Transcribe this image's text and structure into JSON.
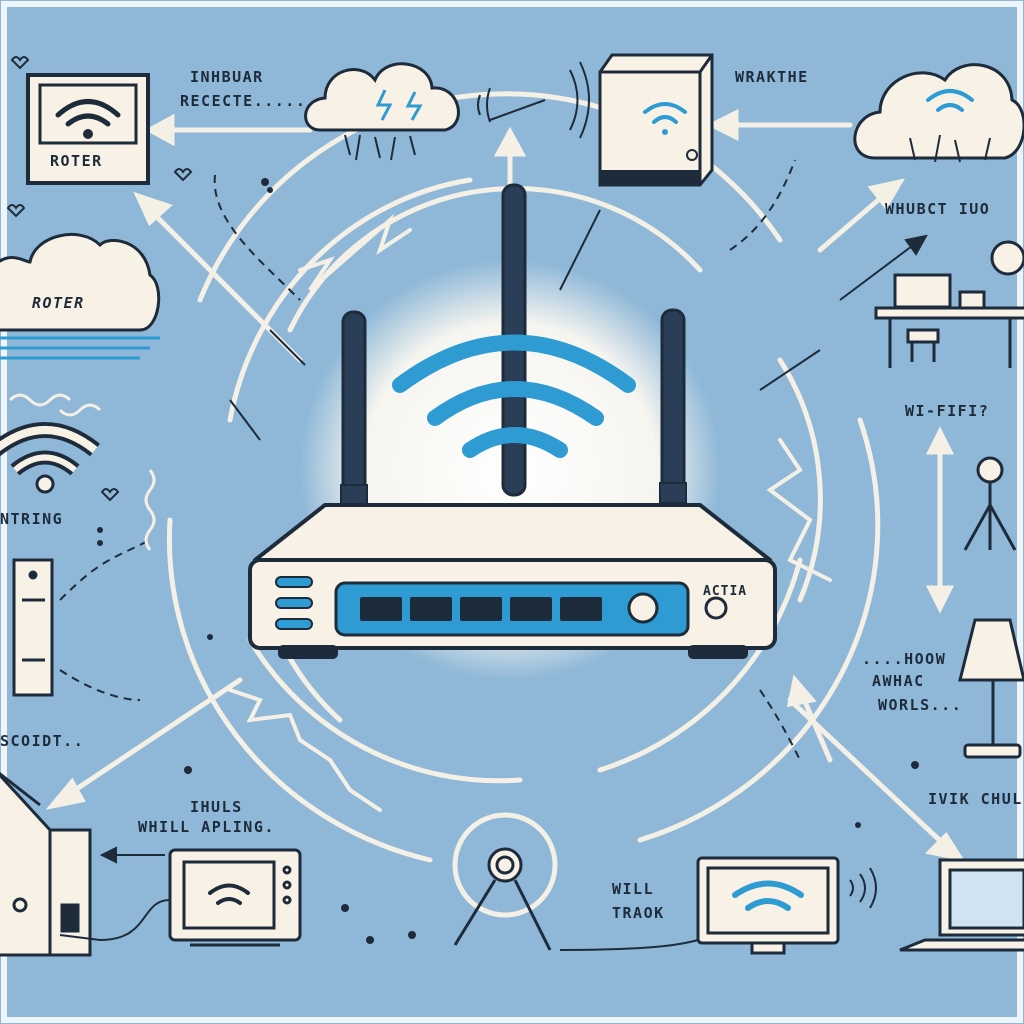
{
  "labels": {
    "top_left_router": "ROTER",
    "top_caption_1": "INHBUAR",
    "top_caption_2": "RECECTE.....",
    "top_right_caption": "WRAKTHE",
    "cloud_left": "ROTER",
    "right_caption": "WHUBCT IUO",
    "wifi_question": "WI-FIFI?",
    "left_caption": "NTRING",
    "front_panel": "ACTIA",
    "how_line1": "....HOOW",
    "how_line2": "AWHAC",
    "how_line3": "WORLS...",
    "bottom_left_caption": "SCOIDT..",
    "bottom_caption_1": "IHULS",
    "bottom_caption_2": "WHILL APLING.",
    "bottom_right_caption": "IVIK CHUL",
    "bottom_center_1": "WILL",
    "bottom_center_2": "TRAOK"
  },
  "colors": {
    "background": "#8fb8d8",
    "device": "#f7f1e6",
    "outline": "#1e2b3a",
    "accent": "#2f9bd3",
    "swirl": "#f4f0e6"
  }
}
